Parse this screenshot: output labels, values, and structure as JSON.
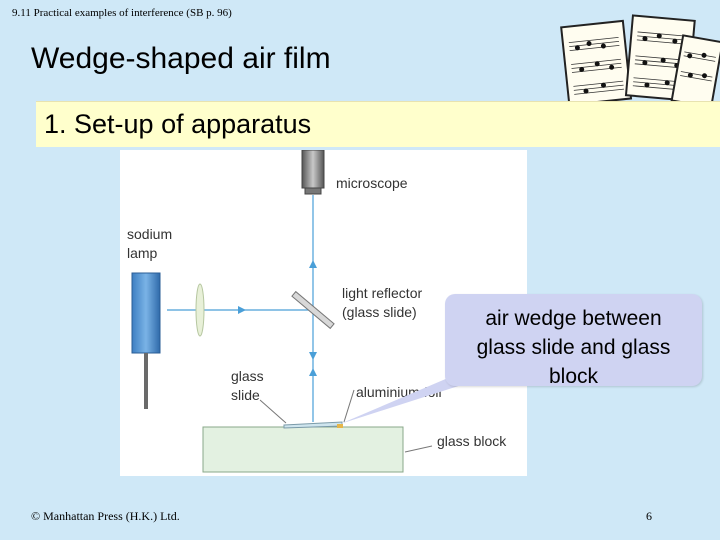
{
  "header": {
    "reference": "9.11  Practical examples of interference  (SB p. 96)"
  },
  "title": "Wedge-shaped air film",
  "section": {
    "heading": "1. Set-up of apparatus"
  },
  "diagram": {
    "labels": {
      "microscope": "microscope",
      "sodium_lamp": [
        "sodium",
        "lamp"
      ],
      "light_reflector": [
        "light reflector",
        "(glass slide)"
      ],
      "glass_slide": [
        "glass",
        "slide"
      ],
      "aluminium_foil": "aluminium foil",
      "glass_block": "glass block"
    }
  },
  "callout": {
    "lines": [
      "air wedge between",
      "glass slide and glass",
      "block"
    ]
  },
  "footer": {
    "copyright": "©  Manhattan Press (H.K.) Ltd.",
    "page_number": "6"
  },
  "colors": {
    "background": "#cfe8f7",
    "section_bar": "#ffffcc",
    "callout": "#cfd3f2",
    "light_ray": "#4a9fd8",
    "lamp": "#5b9ad5"
  }
}
